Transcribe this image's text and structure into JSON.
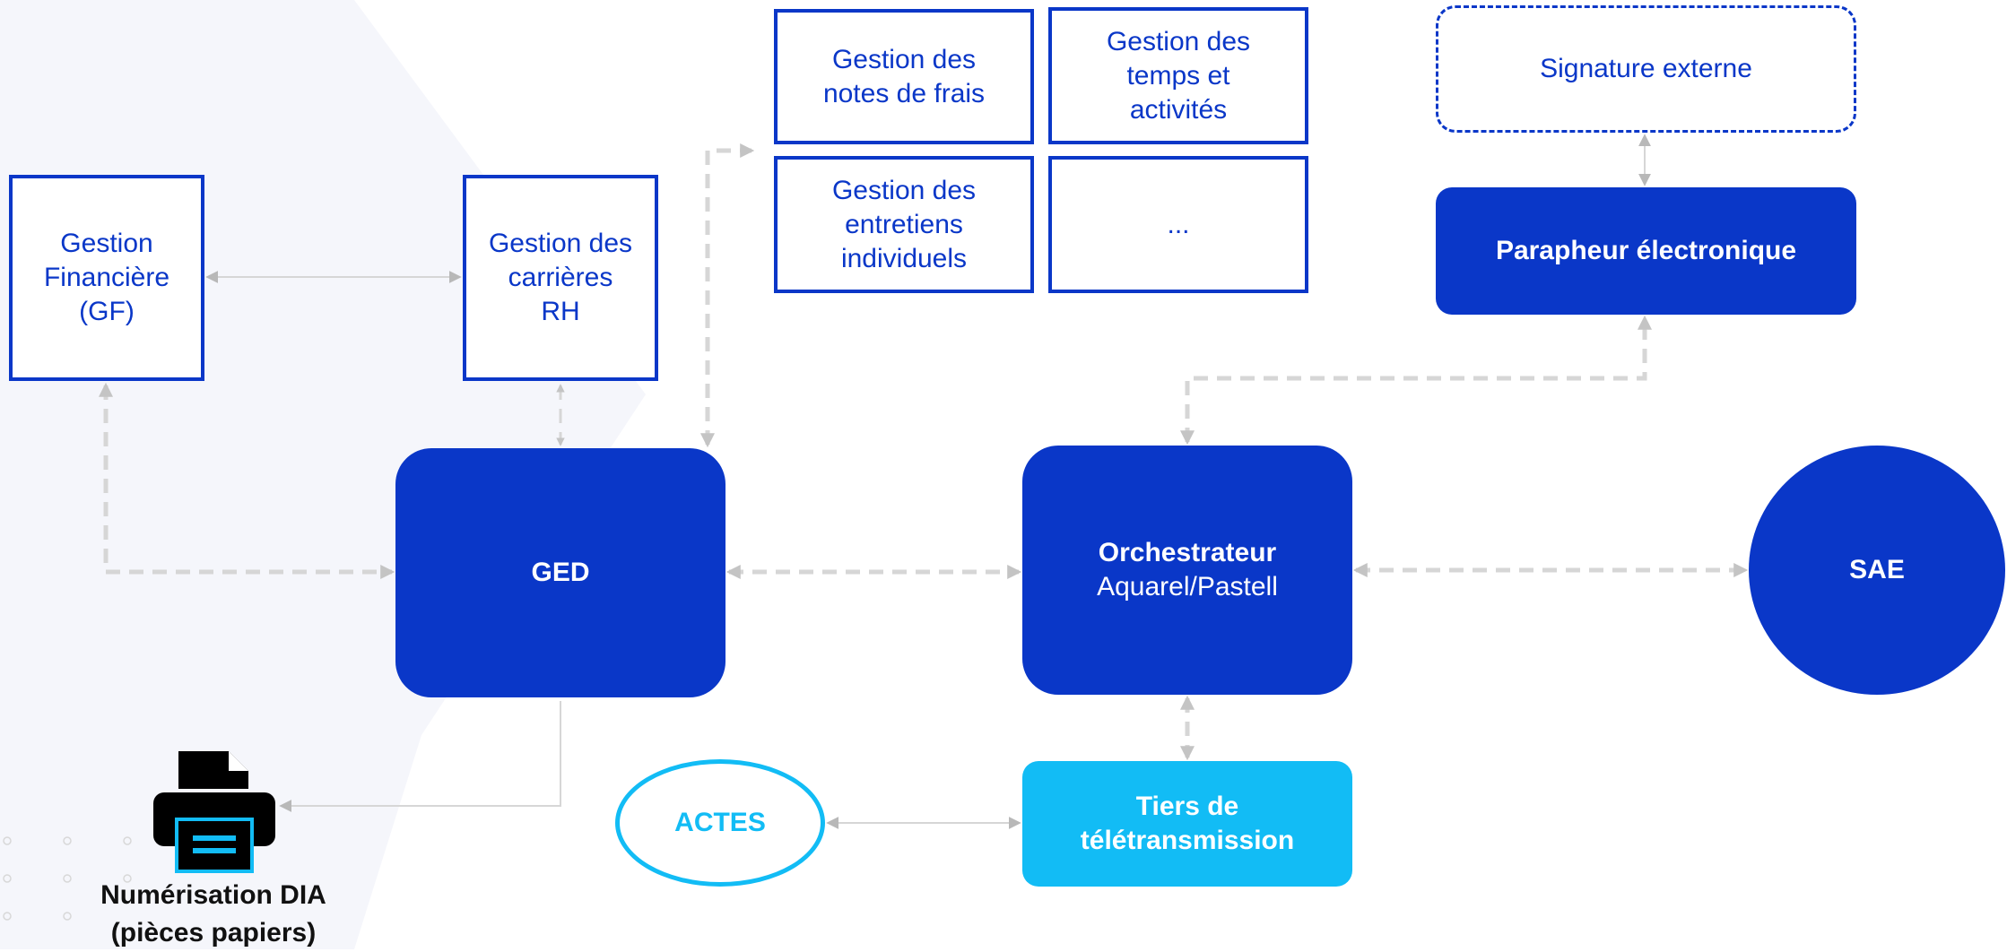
{
  "colors": {
    "primary": "#0a37c8",
    "accent": "#12bcf5",
    "connector": "#d6d6d6",
    "background_shape": "#f5f6fb"
  },
  "nodes": {
    "gestion_financiere": {
      "lines": [
        "Gestion",
        "Financière",
        "(GF)"
      ]
    },
    "gestion_carrieres": {
      "lines": [
        "Gestion des",
        "carrières",
        "RH"
      ]
    },
    "notes_de_frais": {
      "lines": [
        "Gestion des",
        "notes de frais"
      ]
    },
    "temps_activites": {
      "lines": [
        "Gestion des",
        "temps et",
        "activités"
      ]
    },
    "entretiens": {
      "lines": [
        "Gestion des",
        "entretiens",
        "individuels"
      ]
    },
    "autres": {
      "label": "..."
    },
    "signature_externe": {
      "label": "Signature externe"
    },
    "parapheur": {
      "label": "Parapheur électronique"
    },
    "ged": {
      "label": "GED"
    },
    "orchestrateur": {
      "title": "Orchestrateur",
      "subtitle": "Aquarel/Pastell"
    },
    "sae": {
      "label": "SAE"
    },
    "tiers": {
      "lines": [
        "Tiers de",
        "télétransmission"
      ]
    },
    "actes": {
      "label": "ACTES"
    }
  },
  "printer": {
    "icon": "printer-icon",
    "caption_lines": [
      "Numérisation DIA",
      "(pièces papiers)"
    ]
  }
}
